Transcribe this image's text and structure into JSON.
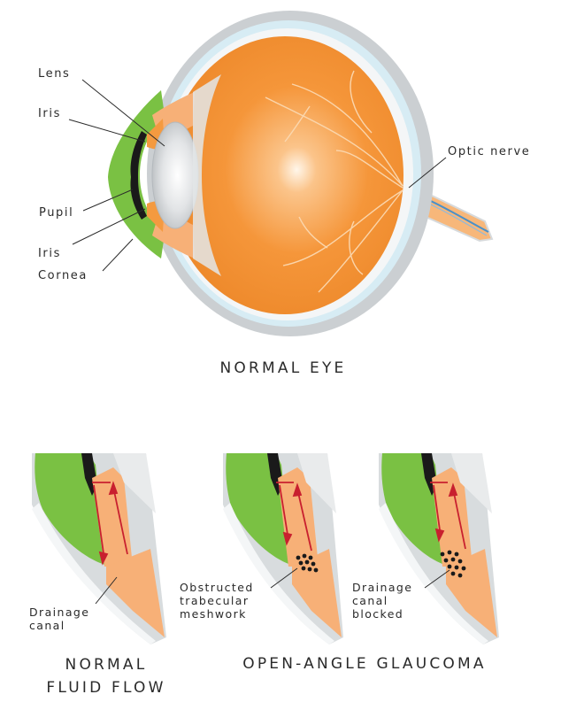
{
  "main_eye": {
    "labels": {
      "lens": "Lens",
      "iris_top": "Iris",
      "pupil": "Pupil",
      "iris_bottom": "Iris",
      "cornea": "Cornea",
      "optic_nerve": "Optic nerve"
    },
    "caption": "NORMAL EYE"
  },
  "panels": {
    "normal": {
      "label_line1": "Drainage",
      "label_line2": "canal",
      "caption_line1": "NORMAL",
      "caption_line2": "FLUID FLOW"
    },
    "obstructed": {
      "label_line1": "Obstructed",
      "label_line2": "trabecular",
      "label_line3": "meshwork"
    },
    "blocked": {
      "label_line1": "Drainage",
      "label_line2": "canal",
      "label_line3": "blocked"
    },
    "glaucoma_caption": "OPEN-ANGLE GLAUCOMA"
  },
  "colors": {
    "eyeball": "#f5963a",
    "sclera_ring": "#cfe6f0",
    "outer_ring": "#c9cdd0",
    "iris_green": "#7ac143",
    "fluid_arrow": "#c8202f",
    "nerve_blue": "#4a90c8"
  }
}
